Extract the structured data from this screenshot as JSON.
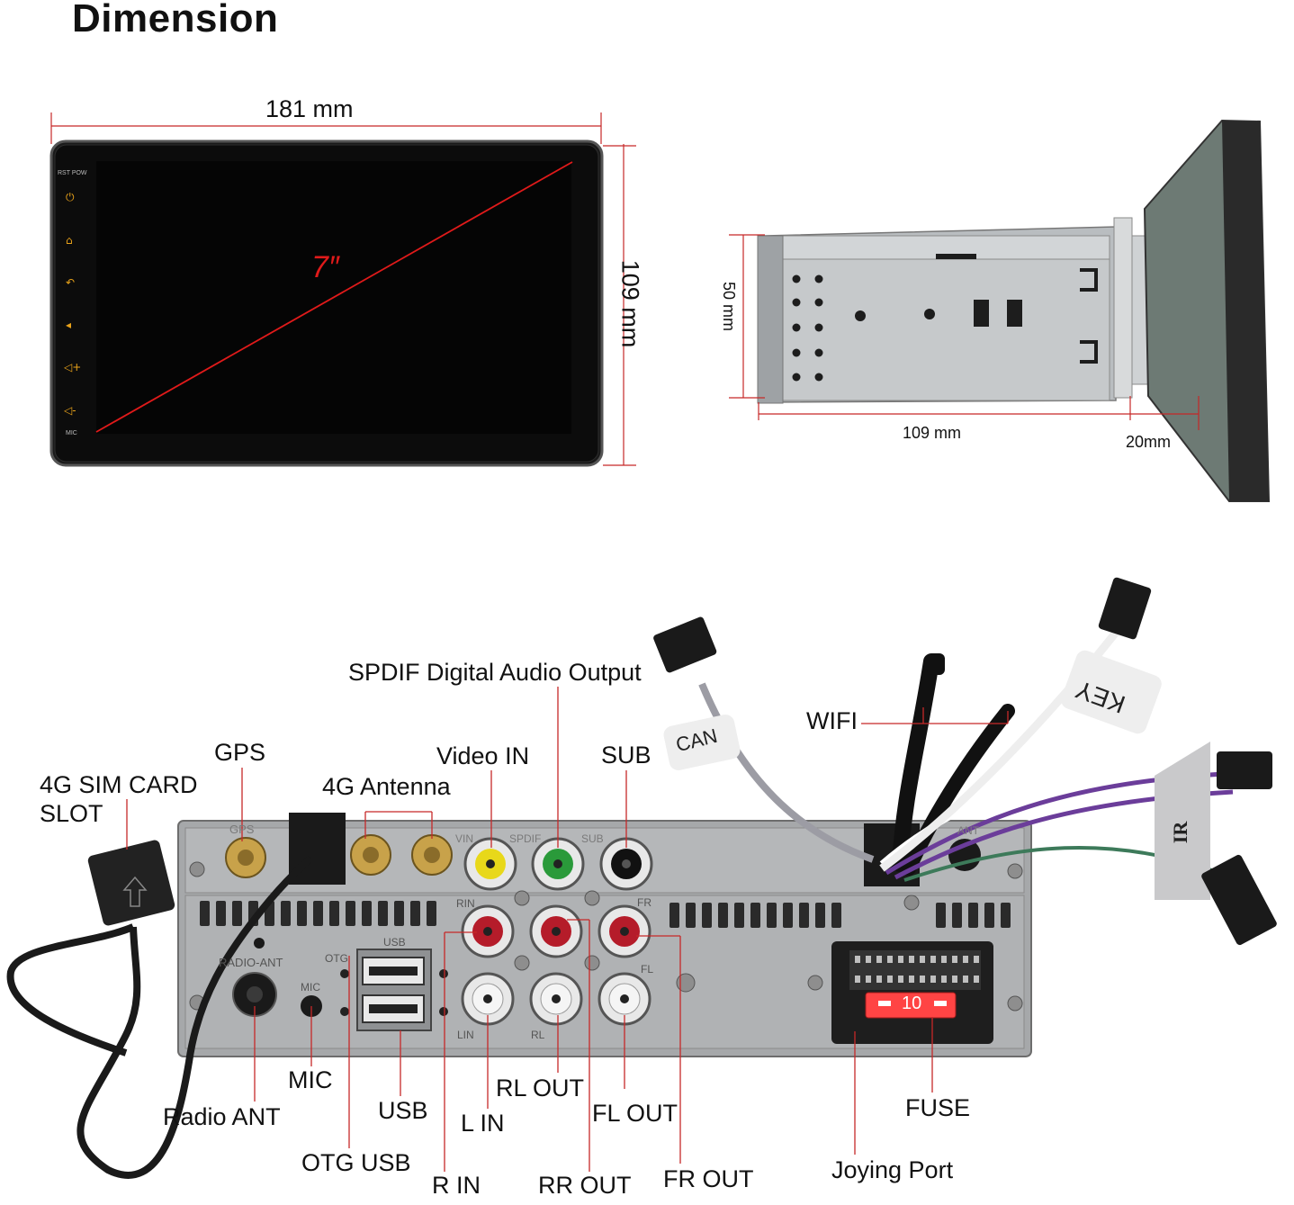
{
  "heading": "Dimension",
  "front_view": {
    "width_label": "181 mm",
    "height_label": "109 mm",
    "diagonal_label": "7″",
    "panel_top_text": "RST POW",
    "panel_bottom_text": "MIC",
    "side_icons": [
      "power-icon",
      "home-icon",
      "back-icon",
      "nav-icon",
      "volume-up-icon",
      "volume-down-icon"
    ],
    "accent": "#e8a21a",
    "diagonal_color": "#e01a1a"
  },
  "side_view": {
    "height_label": "50 mm",
    "depth_label": "109 mm",
    "bezel_label": "20mm"
  },
  "rear_panel": {
    "panel_text": {
      "gps": "GPS",
      "radio_ant": "RADIO-ANT",
      "otg": "OTG",
      "usb": "USB",
      "mic": "MIC",
      "lin": "LIN",
      "rl": "RL",
      "fl": "FL",
      "fr": "FR",
      "rin": "RIN",
      "sub": "SUB",
      "spdif": "SPDIF",
      "vin": "VIN",
      "ant": "ANT",
      "fuse_value": "10",
      "can_tag": "CAN",
      "key_tag": "KEY",
      "ir_tag": "IR"
    },
    "callouts": {
      "sim": [
        "4G SIM CARD",
        "SLOT"
      ],
      "gps": "GPS",
      "antenna_4g": "4G Antenna",
      "video_in": "Video IN",
      "spdif": "SPDIF Digital Audio Output",
      "sub": "SUB",
      "wifi": "WIFI",
      "radio_ant": "Radio ANT",
      "mic": "MIC",
      "otg_usb": "OTG USB",
      "usb": "USB",
      "r_in": "R IN",
      "l_in": "L IN",
      "rl_out": "RL OUT",
      "rr_out": "RR OUT",
      "fl_out": "FL OUT",
      "fr_out": "FR OUT",
      "joying_port": "Joying Port",
      "fuse": "FUSE"
    }
  }
}
